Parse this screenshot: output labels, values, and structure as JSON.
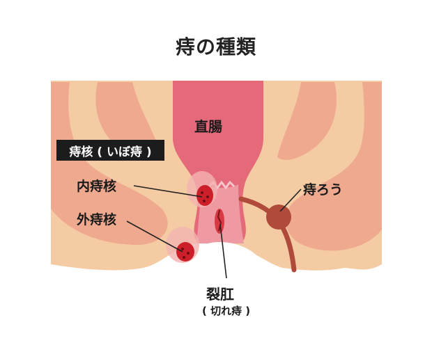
{
  "title": "痔の種類",
  "badge_hemorrhoid": "痔核 ( いぼ痔 )",
  "labels": {
    "rectum": "直腸",
    "internal": "内痔核",
    "external": "外痔核",
    "fistula": "痔ろう",
    "fissure": "裂肛",
    "fissure_sub": "( 切れ痔 )"
  },
  "colors": {
    "skin": "#f4cba3",
    "muscle": "#eea98f",
    "rectum": "#e46a7a",
    "canal": "#ef9aa2",
    "lesion": "#cc1f2a",
    "fistula_tract": "#b04a3a"
  }
}
